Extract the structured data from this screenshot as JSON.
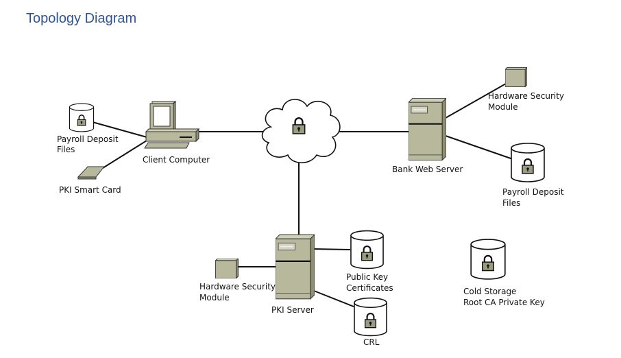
{
  "title": "Topology Diagram",
  "colors": {
    "title": "#2f5496",
    "device_fill": "#b8b89c",
    "device_dark": "#8e8e74"
  },
  "nodes": {
    "payroll_left": {
      "icon": "encrypted-database-icon",
      "lines": [
        "Payroll Deposit",
        "Files"
      ]
    },
    "client": {
      "icon": "desktop-computer-icon",
      "lines": [
        "Client Computer"
      ]
    },
    "smart_card": {
      "icon": "smart-card-icon",
      "lines": [
        "PKI Smart Card"
      ]
    },
    "cloud": {
      "icon": "secure-cloud-icon"
    },
    "bank_server": {
      "icon": "server-icon",
      "lines": [
        "Bank Web Server"
      ]
    },
    "hsm_bank": {
      "icon": "hsm-box-icon",
      "lines": [
        "Hardware Security",
        "Module"
      ]
    },
    "payroll_right": {
      "icon": "encrypted-database-icon",
      "lines": [
        "Payroll Deposit",
        "Files"
      ]
    },
    "pki_server": {
      "icon": "server-icon",
      "lines": [
        "PKI Server"
      ]
    },
    "hsm_pki": {
      "icon": "hsm-box-icon",
      "lines": [
        "Hardware Security",
        "Module"
      ]
    },
    "pub_certs": {
      "icon": "encrypted-database-icon",
      "lines": [
        "Public Key",
        "Certificates"
      ]
    },
    "crl": {
      "icon": "encrypted-database-icon",
      "lines": [
        "CRL"
      ]
    },
    "cold": {
      "icon": "encrypted-database-icon",
      "lines": [
        "Cold Storage",
        "Root CA Private Key"
      ]
    }
  }
}
